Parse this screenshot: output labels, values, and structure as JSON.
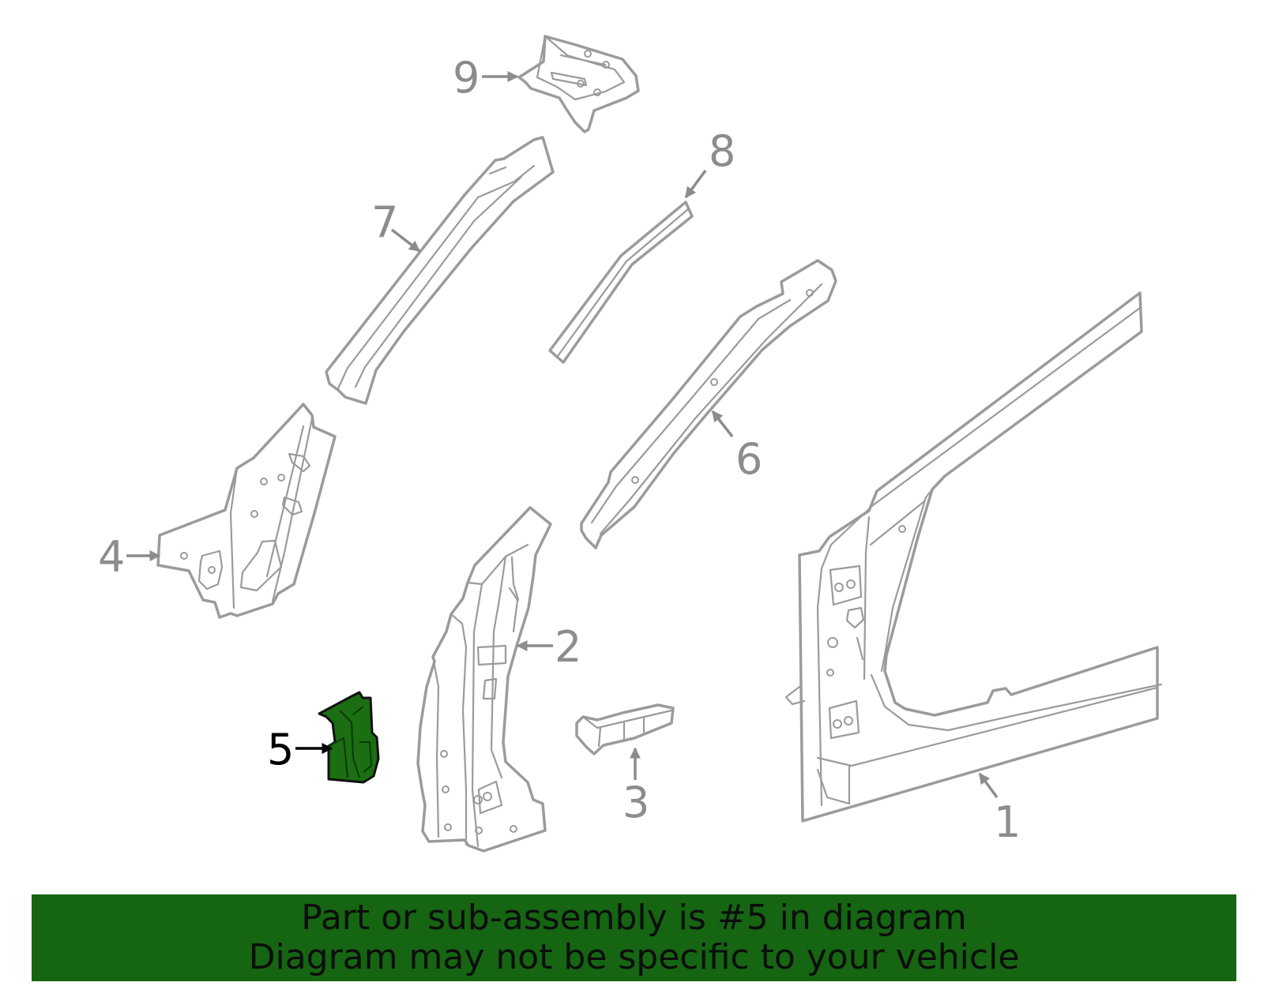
{
  "callouts": [
    {
      "id": "1",
      "text": "1"
    },
    {
      "id": "2",
      "text": "2"
    },
    {
      "id": "3",
      "text": "3"
    },
    {
      "id": "4",
      "text": "4"
    },
    {
      "id": "5",
      "text": "5"
    },
    {
      "id": "6",
      "text": "6"
    },
    {
      "id": "7",
      "text": "7"
    },
    {
      "id": "8",
      "text": "8"
    },
    {
      "id": "9",
      "text": "9"
    }
  ],
  "highlighted_part": "5",
  "colors": {
    "highlight_fill": "#1b6e11",
    "banner_bg": "#156512",
    "part_stroke": "#9b9b9b",
    "label_gray": "#8c8c8c"
  },
  "banner": {
    "line1": "Part or sub-assembly is #5 in diagram",
    "line2": "Diagram may not be specific to your vehicle"
  }
}
